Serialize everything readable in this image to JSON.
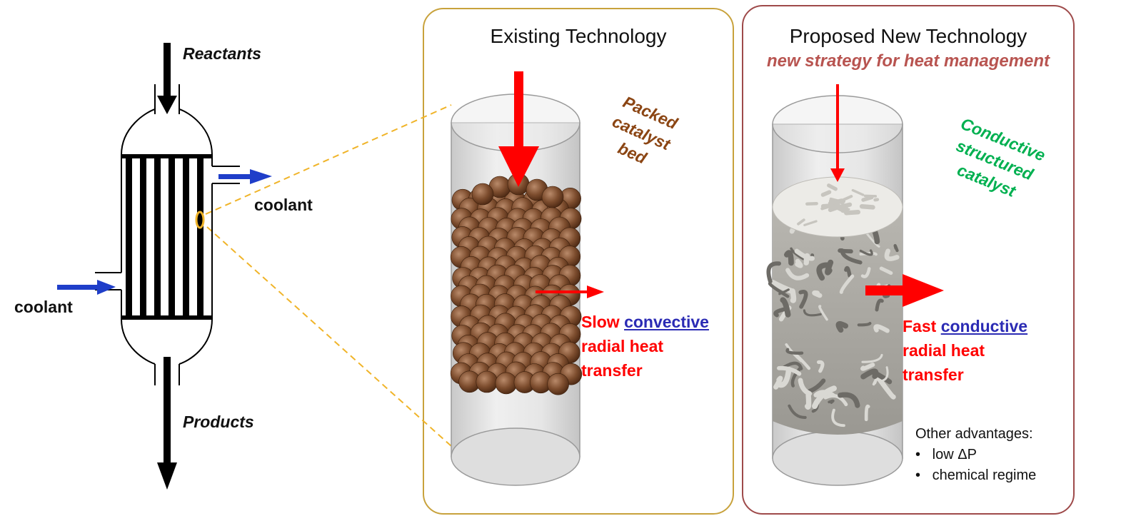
{
  "reactor": {
    "reactants_label": "Reactants",
    "products_label": "Products",
    "coolant_out_label": "coolant",
    "coolant_in_label": "coolant"
  },
  "existing": {
    "title": "Existing Technology",
    "catalyst_label": [
      "Packed",
      "catalyst",
      "bed"
    ],
    "catalyst_color": "#8b4513",
    "heat_line1_a": "Slow",
    "heat_line1_b": "convective",
    "heat_line2": "radial heat",
    "heat_line3": "transfer",
    "border_color": "#c8a23c"
  },
  "proposed": {
    "title": "Proposed New Technology",
    "subtitle": "new strategy for heat management",
    "catalyst_label": [
      "Conductive",
      "structured",
      "catalyst"
    ],
    "catalyst_color": "#00b050",
    "heat_line1_a": "Fast",
    "heat_line1_b": "conductive",
    "heat_line2": "radial heat",
    "heat_line3": "transfer",
    "advantages_title": "Other advantages:",
    "advantages": [
      "low ΔP",
      "chemical regime"
    ],
    "border_color": "#9e4a4a"
  },
  "colors": {
    "heat_arrow": "#ff0000",
    "coolant_arrow": "#1f3ec9",
    "zoom_line": "#f0b429"
  }
}
